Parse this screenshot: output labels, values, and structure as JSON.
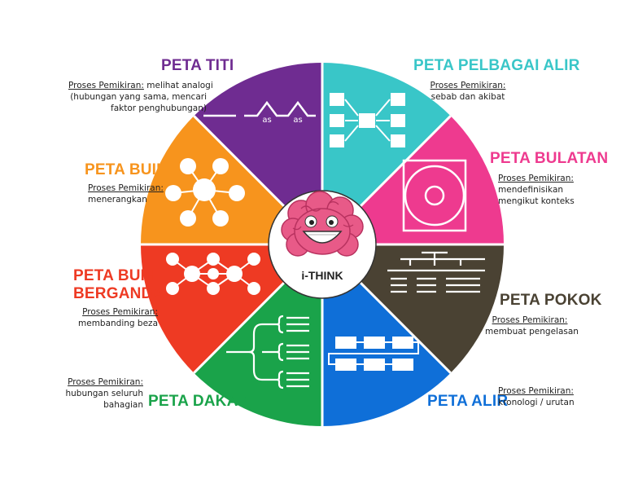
{
  "center": {
    "label": "i-THINK"
  },
  "process_prefix": "Proses Pemikiran:",
  "colors": {
    "titi": "#6f2c91",
    "pelbagai_alir": "#39c6c8",
    "bulatan": "#ee3a8f",
    "pokok": "#4a4233",
    "alir": "#0f6fd8",
    "dakap": "#1aa34a",
    "buih_berganda": "#ee3a23",
    "buih": "#f7941d"
  },
  "maps": {
    "titi": {
      "title": "PETA TITI",
      "desc": [
        "melihat analogi",
        "(hubungan yang sama, mencari",
        "faktor penghubungan)"
      ],
      "glyph_text": [
        "as",
        "as"
      ]
    },
    "pelbagai_alir": {
      "title": "PETA PELBAGAI ALIR",
      "desc": [
        "sebab dan akibat"
      ]
    },
    "bulatan": {
      "title": "PETA BULATAN",
      "desc": [
        "mendefinisikan",
        "mengikut konteks"
      ]
    },
    "pokok": {
      "title": "PETA POKOK",
      "desc": [
        "membuat pengelasan"
      ]
    },
    "alir": {
      "title": "PETA ALIR",
      "desc": [
        "kronologi / urutan"
      ]
    },
    "dakap": {
      "title": "PETA DAKAP",
      "desc": [
        "hubungan seluruh",
        "bahagian"
      ]
    },
    "buih_berganda": {
      "title_lines": [
        "PETA BUIH",
        "BERGANDA"
      ],
      "desc": [
        "membanding beza"
      ]
    },
    "buih": {
      "title": "PETA BUIH",
      "desc": [
        "menerangkan"
      ]
    }
  }
}
